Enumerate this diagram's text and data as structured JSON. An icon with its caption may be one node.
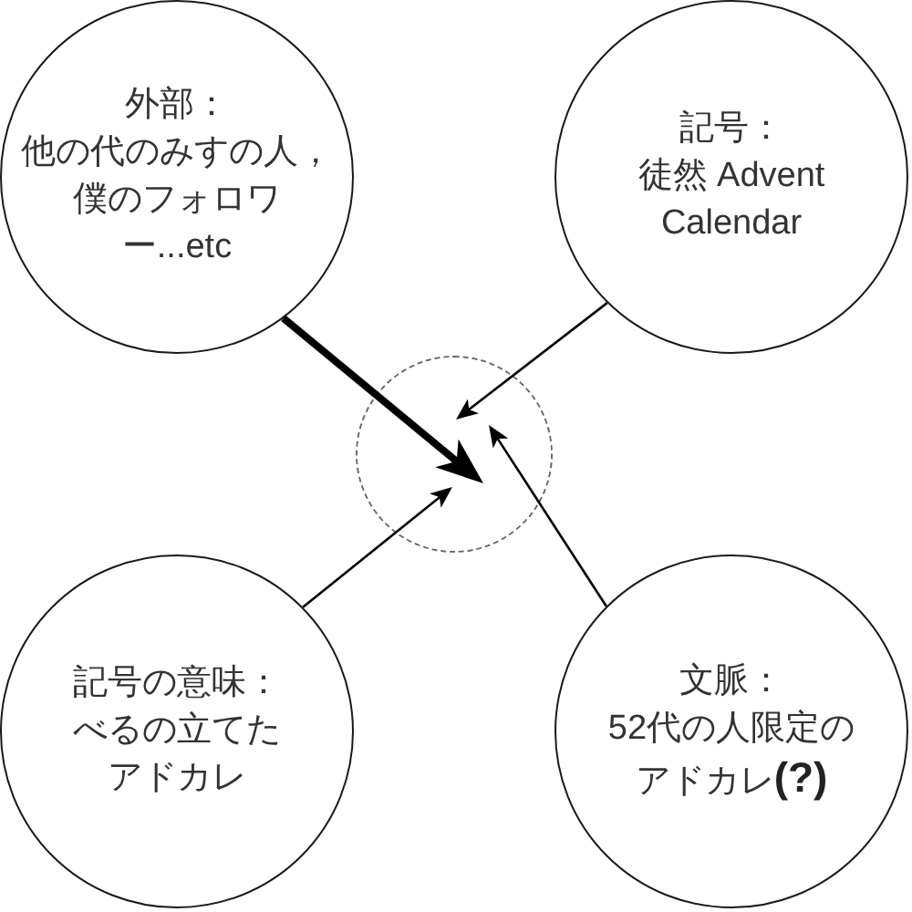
{
  "diagram": {
    "nodes": [
      {
        "text": [
          "外部：",
          "他の代のみすの人，僕のフォロワー...etc"
        ]
      },
      {
        "text": [
          "記号：",
          "徒然 Advent Calendar"
        ]
      },
      {
        "text": [],
        "shape": "circle"
      },
      {
        "text": [
          "記号の意味：",
          "べるの立てたアドカレ"
        ]
      },
      {
        "text": [
          "文脈：",
          "52代の人限定のアドカレ**(?)**"
        ]
      }
    ],
    "edges": [
      {
        "from": 0,
        "to": 2,
        "arrow": "to",
        "style": "thick"
      },
      {
        "from": 1,
        "to": 2,
        "arrow": "to"
      },
      {
        "from": 3,
        "to": 2,
        "arrow": "to"
      },
      {
        "from": 4,
        "to": 2,
        "arrow": "to"
      }
    ]
  }
}
